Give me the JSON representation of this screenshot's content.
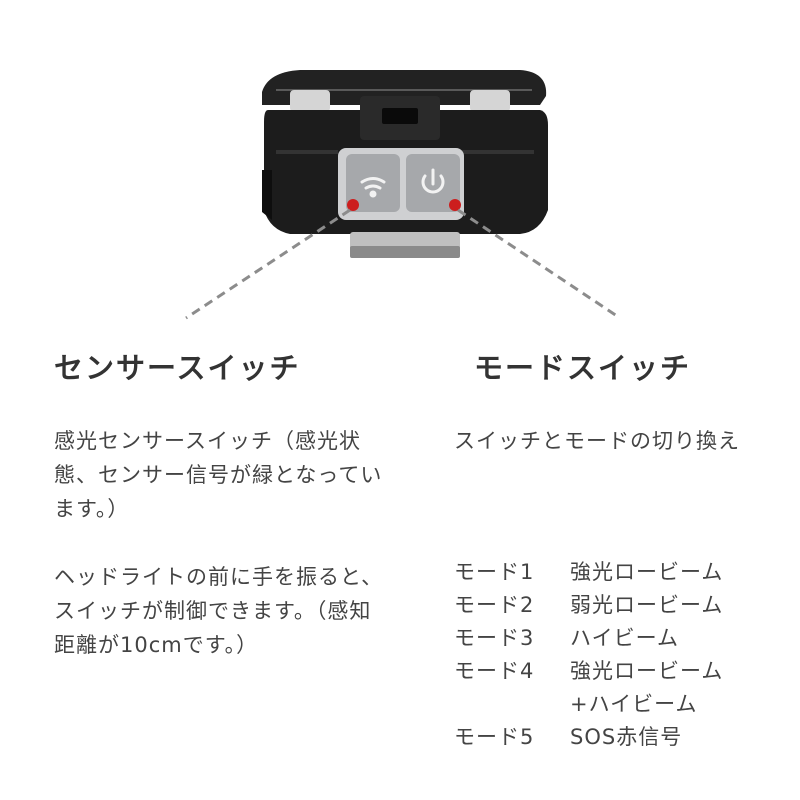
{
  "sensor_switch": {
    "heading": "センサースイッチ",
    "description_1": "感光センサースイッチ（感光状態、センサー信号が緑となっています。）",
    "description_2": "ヘッドライトの前に手を振ると、スイッチが制御できます。（感知距離が10cmです。）"
  },
  "mode_switch": {
    "heading": "モードスイッチ",
    "description": "スイッチとモードの切り換え",
    "modes": [
      {
        "name": "モード1",
        "lines": [
          "強光ロービーム"
        ]
      },
      {
        "name": "モード2",
        "lines": [
          "弱光ロービーム"
        ]
      },
      {
        "name": "モード3",
        "lines": [
          "ハイビーム"
        ]
      },
      {
        "name": "モード4",
        "lines": [
          "強光ロービーム",
          "+ハイビーム"
        ]
      },
      {
        "name": "モード5",
        "lines": [
          "SOS赤信号"
        ]
      }
    ]
  },
  "device": {
    "buttons": [
      "sensor-button",
      "power-button"
    ],
    "colors": {
      "body": "#1c1c1c",
      "button": "#a6a8ab",
      "indicator": "#cc1e1e",
      "pointer_line": "#8c8c8c"
    }
  }
}
